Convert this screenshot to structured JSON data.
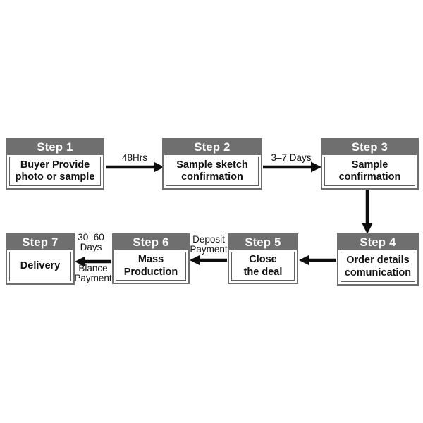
{
  "diagram_title": "7-step order process flowchart",
  "steps": [
    {
      "label": "Step 1",
      "text": "Buyer Provide\nphoto or sample"
    },
    {
      "label": "Step 2",
      "text": "Sample sketch\nconfirmation"
    },
    {
      "label": "Step 3",
      "text": "Sample\nconfirmation"
    },
    {
      "label": "Step 4",
      "text": "Order details\ncomunication"
    },
    {
      "label": "Step 5",
      "text": "Close\nthe deal"
    },
    {
      "label": "Step 6",
      "text": "Mass\nProduction"
    },
    {
      "label": "Step 7",
      "text": "Delivery"
    }
  ],
  "connectors": {
    "s1_to_s2": "48Hrs",
    "s2_to_s3": "3–7 Days",
    "s5_to_s6": "Deposit\nPayment",
    "s6_to_s7_above": "30–60\nDays",
    "s6_to_s7_below": "Blance\nPayment"
  },
  "colors": {
    "box_frame": "#6f6f6f",
    "header_bg": "#6f6f6f",
    "header_text": "#ffffff",
    "body_text": "#111111",
    "arrow": "#0d0d0d",
    "background": "#ffffff"
  }
}
